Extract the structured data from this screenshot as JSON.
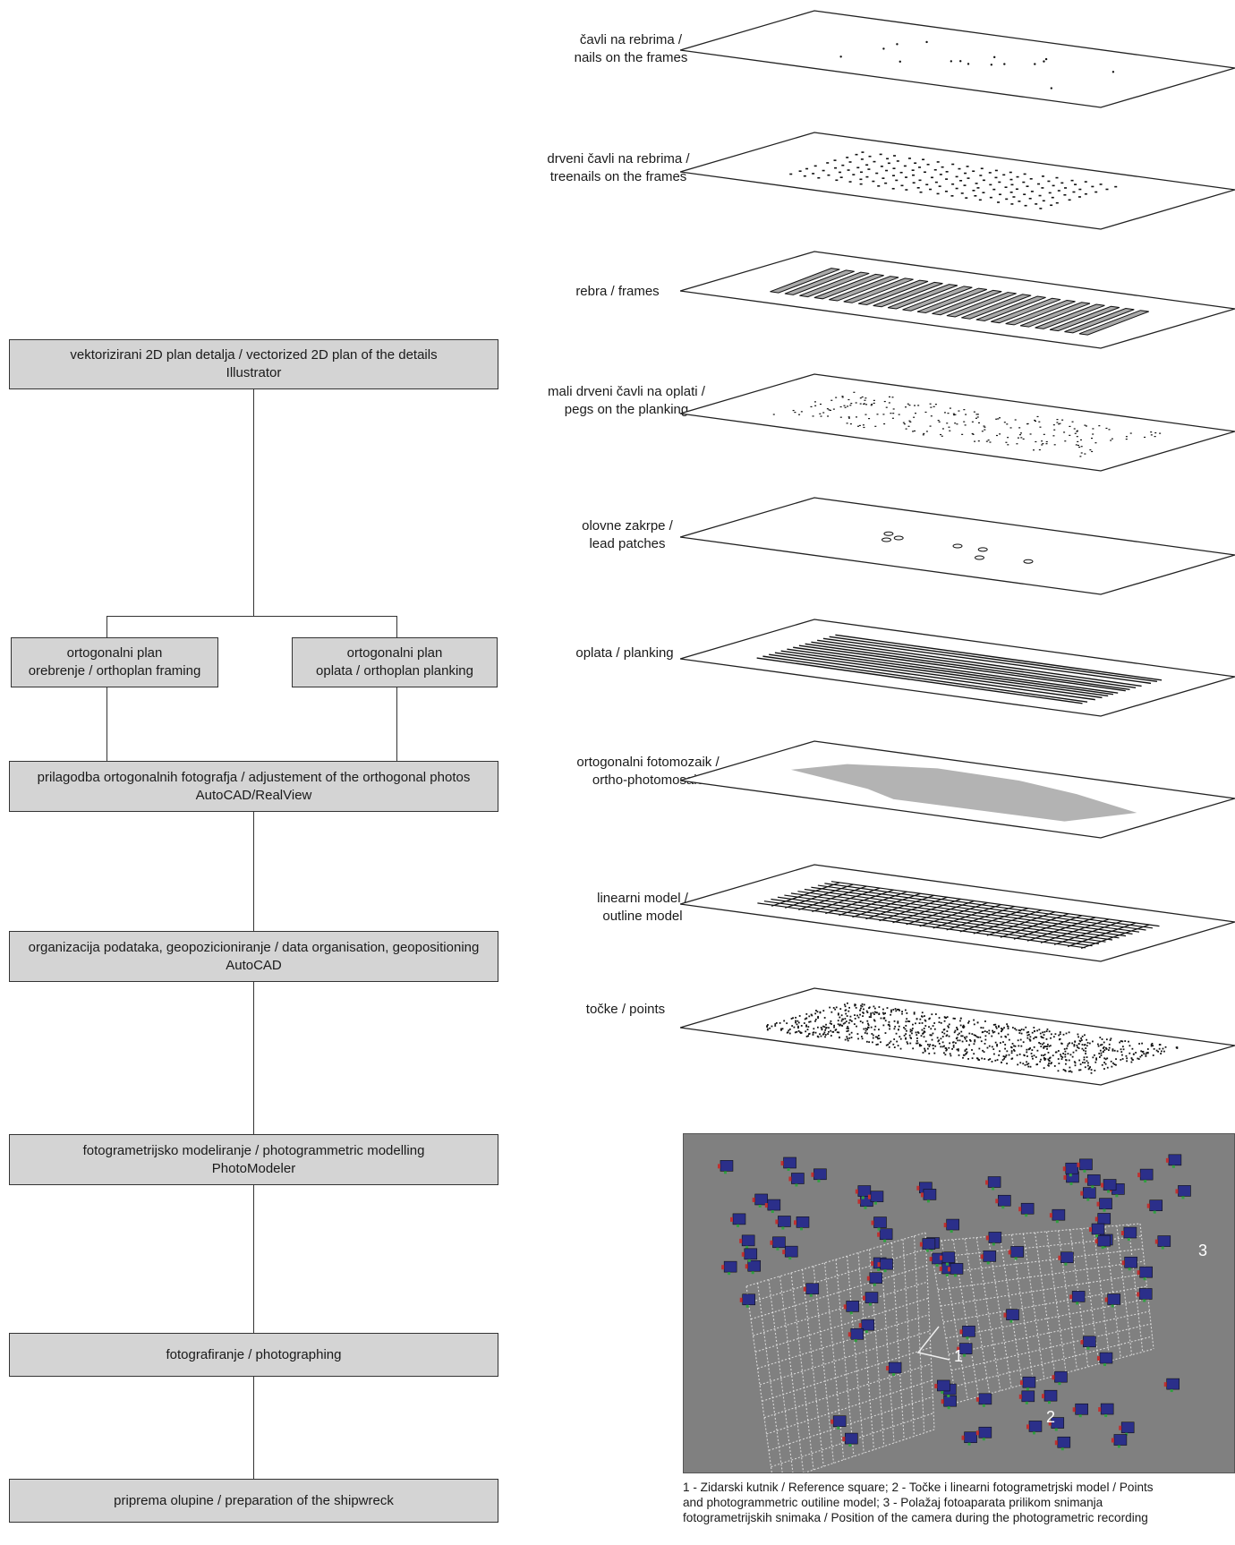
{
  "flowchart": {
    "boxes": [
      {
        "line1": "vektorizirani 2D plan detalja / vectorized 2D plan of the details",
        "line2": "Illustrator"
      },
      {
        "line1": "ortogonalni plan",
        "line2": "orebrenje / orthoplan framing"
      },
      {
        "line1": "ortogonalni plan",
        "line2": "oplata / orthoplan planking"
      },
      {
        "line1": "prilagodba ortogonalnih fotografja / adjustement of the orthogonal photos",
        "line2": "AutoCAD/RealView"
      },
      {
        "line1": "organizacija podataka, geopozicioniranje / data organisation, geopositioning",
        "line2": "AutoCAD"
      },
      {
        "line1": "fotogrametrijsko modeliranje / photogrammetric modelling",
        "line2": "PhotoModeler"
      },
      {
        "line1": "fotografiranje / photographing",
        "line2": ""
      },
      {
        "line1": "priprema olupine / preparation of the shipwreck",
        "line2": ""
      }
    ]
  },
  "layers": [
    {
      "line1": "čavli na rebrima /",
      "line2": "nails on the frames"
    },
    {
      "line1": "drveni čavli na rebrima /",
      "line2": "treenails on the frames"
    },
    {
      "line1": "rebra / frames",
      "line2": ""
    },
    {
      "line1": "mali drveni čavli na oplati /",
      "line2": "pegs on the planking"
    },
    {
      "line1": "olovne zakrpe /",
      "line2": "lead patches"
    },
    {
      "line1": "oplata / planking",
      "line2": ""
    },
    {
      "line1": "ortogonalni fotomozaik /",
      "line2": "ortho-photomosaic"
    },
    {
      "line1": "linearni model /",
      "line2": "outline model"
    },
    {
      "line1": "točke / points",
      "line2": ""
    }
  ],
  "render_panel": {
    "labels": [
      "1",
      "2",
      "3"
    ],
    "colors": {
      "background": "#808080",
      "camera": "#2b2f8a",
      "points": "#e8e8e8"
    }
  },
  "caption": {
    "line1": "1 - Zidarski kutnik / Reference square; 2 - Točke i linearni fotogrametrjski model  / Points",
    "line2": "and photogrammetric outiline model; 3 - Polažaj fotoaparata prilikom snimanja",
    "line3": "fotogrametrijskih snimaka / Position of the camera during the photogrametric recording"
  }
}
